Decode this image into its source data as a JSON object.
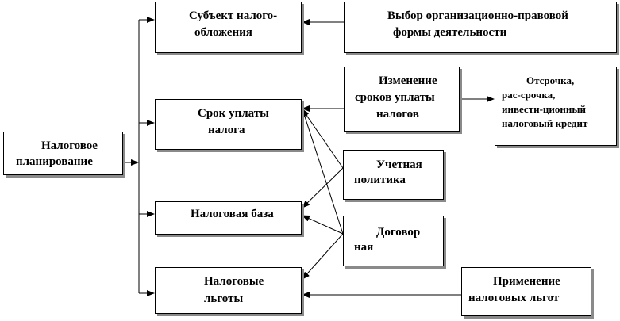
{
  "nodes": {
    "planning": {
      "lines": [
        "Налоговое",
        "планирование"
      ]
    },
    "subject": {
      "lines": [
        "Субъект налого-",
        "обложения"
      ]
    },
    "form_choice": {
      "lines": [
        "Выбор организационно-правовой",
        "формы деятельности"
      ]
    },
    "payment_term": {
      "lines": [
        "Срок уплаты",
        "налога"
      ]
    },
    "term_change": {
      "lines": [
        "Изменение",
        "сроков уплаты",
        "налогов"
      ]
    },
    "deferral": {
      "lines": [
        "Отсрочка,",
        "рас-срочка,",
        "инвести-ционный",
        "налоговый кредит"
      ]
    },
    "accounting_policy": {
      "lines": [
        "Учетная",
        "политика"
      ]
    },
    "tax_base": {
      "lines": [
        "Налоговая база"
      ]
    },
    "contract": {
      "lines": [
        "Договор",
        "ная"
      ]
    },
    "benefits": {
      "lines": [
        "Налоговые",
        "льготы"
      ]
    },
    "benefits_apply": {
      "lines": [
        "Применение",
        "налоговых льгот"
      ]
    }
  },
  "colors": {
    "line": "#000000",
    "shadow": "#8a8a8a",
    "background": "#ffffff"
  }
}
